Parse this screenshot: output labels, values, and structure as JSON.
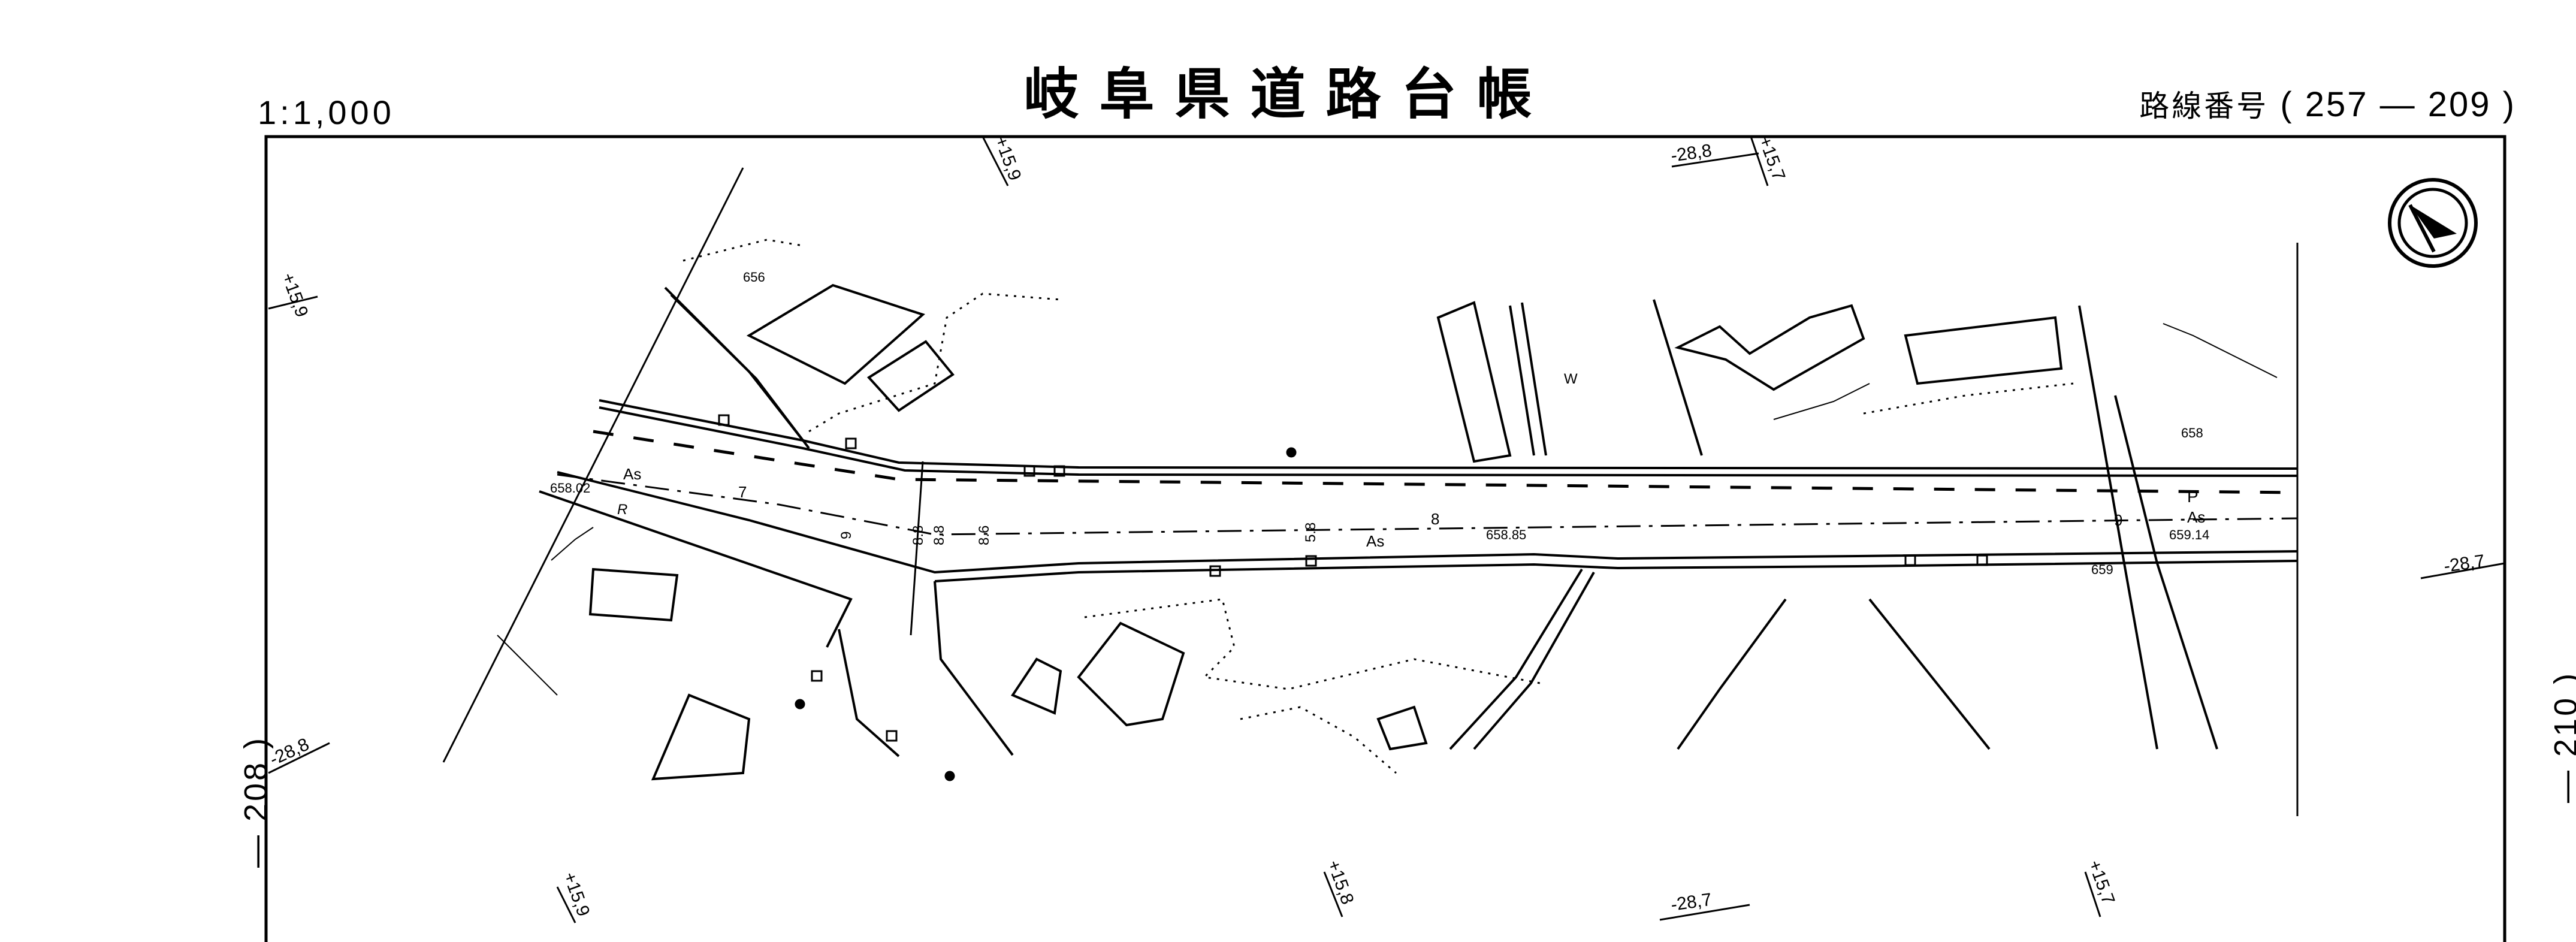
{
  "header": {
    "title": "岐阜県道路台帳",
    "scale": "1:1,000",
    "route_label": "路線番号",
    "route_numbers": "257 — 209"
  },
  "sheet_refs": {
    "left": "— 208 )",
    "right": "— 210 )"
  },
  "grid_labels": [
    "+15,9",
    "+15,8",
    "+15,7",
    "-28,8",
    "-28,7"
  ],
  "map_labels": {
    "surface": [
      "As",
      "As",
      "As"
    ],
    "elevations": [
      "658.02",
      "658.85",
      "659.14",
      "659",
      "658",
      "656"
    ],
    "stations": [
      "7",
      "8",
      "9"
    ],
    "widths": [
      "9",
      "8.8",
      "8.8",
      "8.6",
      "5.8"
    ],
    "land_use": [
      "W",
      "P",
      "R"
    ]
  },
  "colors": {
    "ink": "#000000",
    "paper": "#ffffff"
  },
  "icons": [
    "north-arrow-icon"
  ]
}
